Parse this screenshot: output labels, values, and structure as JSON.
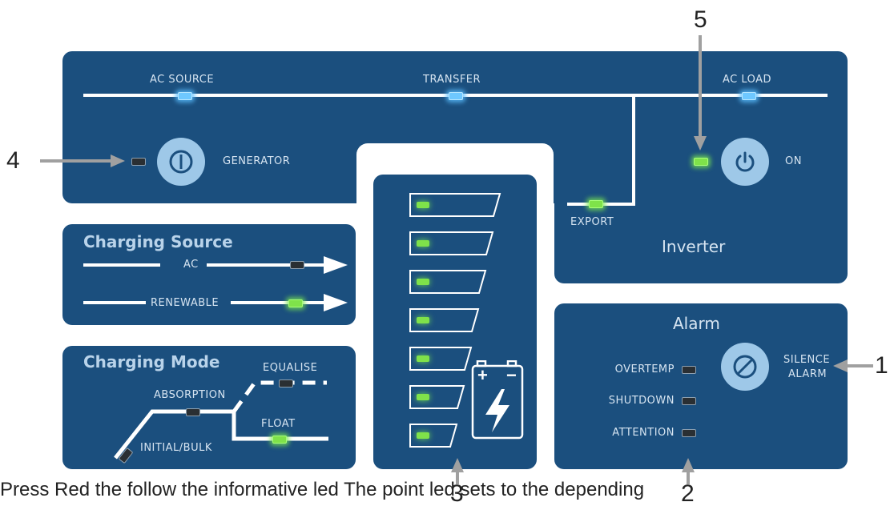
{
  "main_panel": {
    "ac_source_label": "AC SOURCE",
    "transfer_label": "TRANSFER",
    "ac_load_label": "AC LOAD",
    "generator_label": "GENERATOR",
    "export_label": "EXPORT",
    "inverter_title": "Inverter",
    "inverter_on_label": "ON"
  },
  "charging_source": {
    "title": "Charging Source",
    "ac_label": "AC",
    "renewable_label": "RENEWABLE"
  },
  "charging_mode": {
    "title": "Charging Mode",
    "equalise_label": "EQUALISE",
    "absorption_label": "ABSORPTION",
    "float_label": "FLOAT",
    "initial_bulk_label": "INITIAL/BULK"
  },
  "battery": {
    "plus_sign": "+",
    "minus_sign": "−",
    "bar_levels_lit": 7
  },
  "alarm": {
    "title": "Alarm",
    "overtemp_label": "OVERTEMP",
    "shutdown_label": "SHUTDOWN",
    "attention_label": "ATTENTION",
    "silence_label_line1": "SILENCE",
    "silence_label_line2": "ALARM"
  },
  "callouts": {
    "c1": "1",
    "c2": "2",
    "c3": "3",
    "c4": "4",
    "c5": "5"
  },
  "caption": {
    "text": "Press    Red the    follow the informative led    The point led    sets to the    depending"
  },
  "colors": {
    "panel": "#1b4f7e",
    "button": "#9ec8e8",
    "led_green": "#7fe24a",
    "led_blue": "#6ec8ff",
    "led_off": "#2a2f33"
  }
}
